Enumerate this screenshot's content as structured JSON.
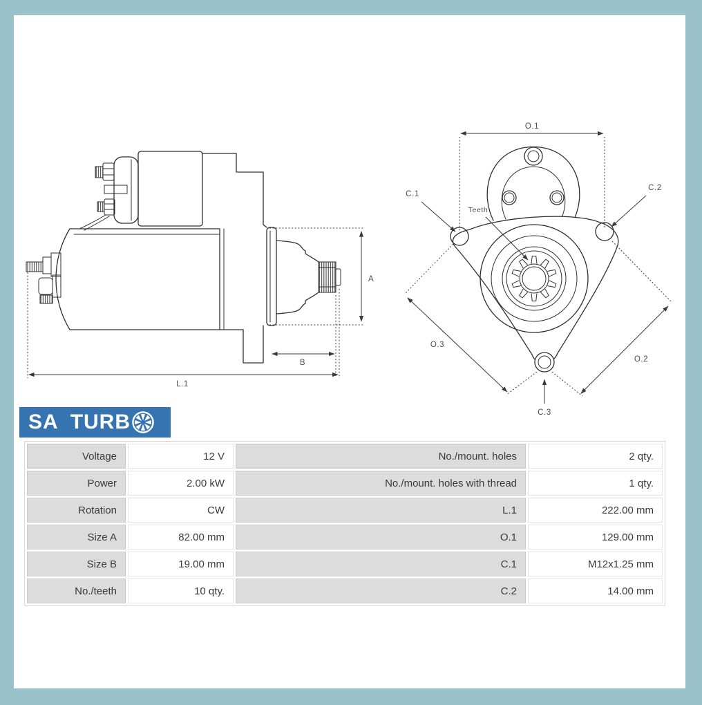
{
  "page": {
    "frame_color": "#9bc1ca",
    "content_background": "#ffffff"
  },
  "logo": {
    "brand_word1": "SA",
    "brand_word2": "TURB",
    "icon": "turbo-fan-icon",
    "background_color": "#3673b1",
    "text_color": "#ffffff"
  },
  "diagrams": {
    "line_color": "#2e2e2e",
    "label_color": "#4d4d4d",
    "side_view": {
      "name": "starter-motor-side-view",
      "labels": {
        "A": "A",
        "B": "B",
        "L1": "L.1"
      }
    },
    "front_view": {
      "name": "starter-motor-front-view",
      "labels": {
        "O1": "O.1",
        "O2": "O.2",
        "O3": "O.3",
        "C1": "C.1",
        "C2": "C.2",
        "C3": "C.3",
        "teeth": "Teeth"
      }
    }
  },
  "specs_table": {
    "rows": [
      {
        "label_left": "Voltage",
        "value_left": "12 V",
        "label_right": "No./mount. holes",
        "value_right": "2 qty."
      },
      {
        "label_left": "Power",
        "value_left": "2.00 kW",
        "label_right": "No./mount. holes with thread",
        "value_right": "1 qty."
      },
      {
        "label_left": "Rotation",
        "value_left": "CW",
        "label_right": "L.1",
        "value_right": "222.00 mm"
      },
      {
        "label_left": "Size A",
        "value_left": "82.00 mm",
        "label_right": "O.1",
        "value_right": "129.00 mm"
      },
      {
        "label_left": "Size B",
        "value_left": "19.00 mm",
        "label_right": "C.1",
        "value_right": "M12x1.25 mm"
      },
      {
        "label_left": "No./teeth",
        "value_left": "10 qty.",
        "label_right": "C.2",
        "value_right": "14.00 mm"
      }
    ]
  }
}
